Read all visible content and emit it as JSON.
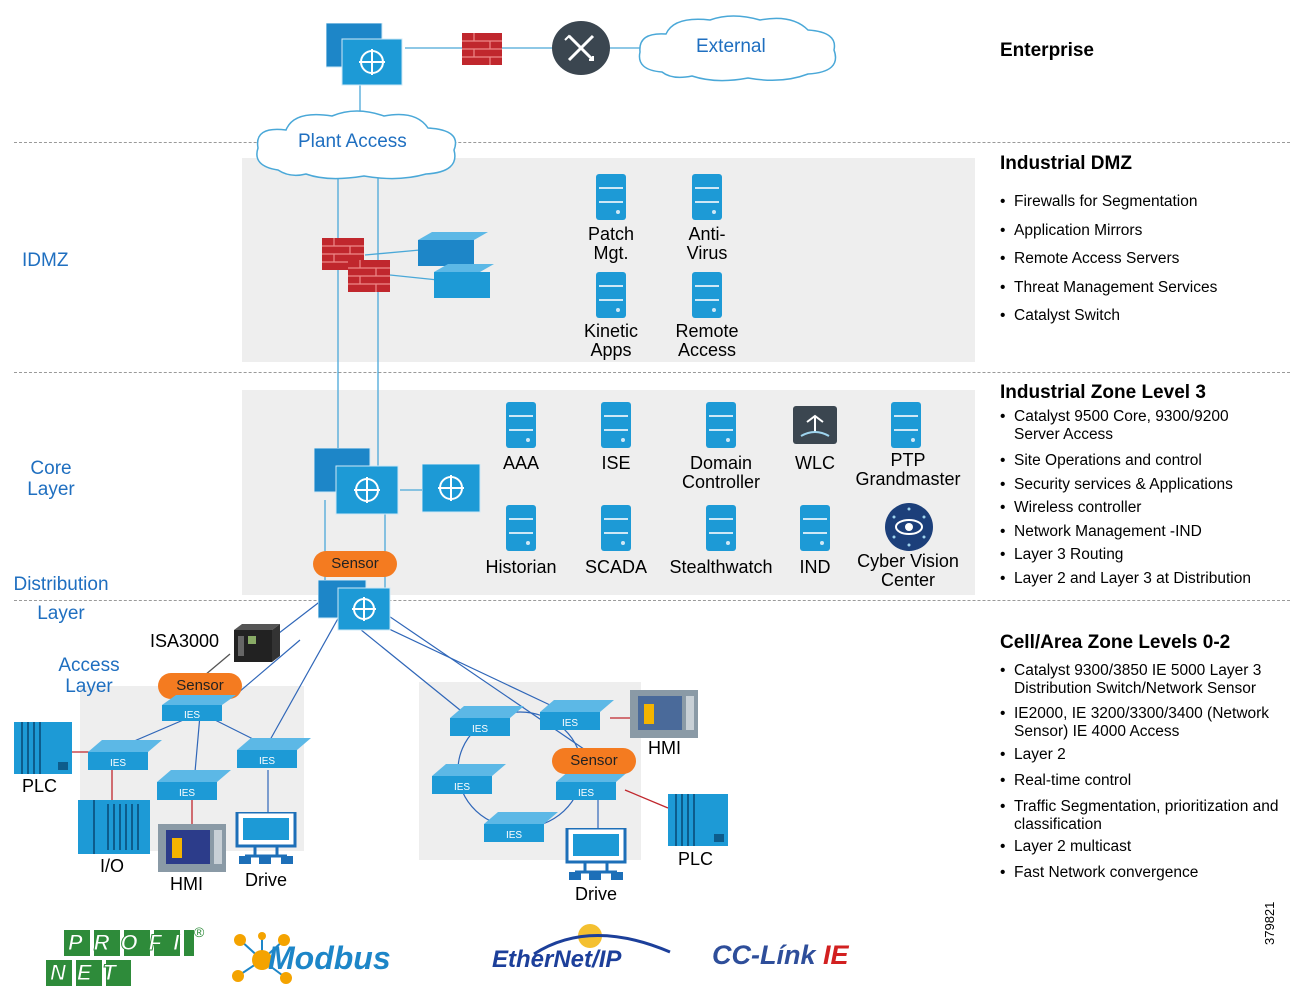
{
  "clouds": {
    "external": "External",
    "plant_access": "Plant Access"
  },
  "zones": {
    "enterprise": {
      "title": "Enterprise"
    },
    "idmz": {
      "left_label": "IDMZ",
      "title": "Industrial DMZ",
      "bullets": [
        "Firewalls for Segmentation",
        "Application Mirrors",
        "Remote Access Servers",
        "Threat Management Services",
        "Catalyst Switch"
      ],
      "servers": [
        {
          "line1": "Patch",
          "line2": "Mgt."
        },
        {
          "line1": "Anti-",
          "line2": "Virus"
        },
        {
          "line1": "Kinetic",
          "line2": "Apps"
        },
        {
          "line1": "Remote",
          "line2": "Access"
        }
      ]
    },
    "level3": {
      "left_label_1": "Core",
      "left_label_2": "Layer",
      "title": "Industrial Zone Level 3",
      "bullets": [
        "Catalyst 9500 Core, 9300/9200 Server Access",
        "Site Operations and control",
        "Security services & Applications",
        "Wireless controller",
        "Network Management -IND",
        "Layer 3 Routing",
        "Layer 2 and Layer 3 at Distribution"
      ],
      "servers": [
        {
          "line1": "AAA",
          "line2": ""
        },
        {
          "line1": "ISE",
          "line2": ""
        },
        {
          "line1": "Domain",
          "line2": "Controller"
        },
        {
          "line1": "WLC",
          "line2": ""
        },
        {
          "line1": "PTP",
          "line2": "Grandmaster"
        },
        {
          "line1": "Historian",
          "line2": ""
        },
        {
          "line1": "SCADA",
          "line2": ""
        },
        {
          "line1": "Stealthwatch",
          "line2": ""
        },
        {
          "line1": "IND",
          "line2": ""
        },
        {
          "line1": "Cyber Vision",
          "line2": "Center"
        }
      ]
    },
    "cell": {
      "distribution_1": "Distribution",
      "distribution_2": "Layer",
      "access_1": "Access",
      "access_2": "Layer",
      "title": "Cell/Area Zone Levels 0-2",
      "bullets": [
        "Catalyst 9300/3850 IE 5000 Layer 3 Distribution Switch/Network Sensor",
        "IE2000, IE 3200/3300/3400 (Network Sensor) IE 4000 Access",
        "Layer 2",
        "Real-time control",
        "Traffic Segmentation, prioritization and classification",
        "Layer 2 multicast",
        "Fast Network convergence"
      ]
    }
  },
  "sensor_label": "Sensor",
  "switch_badge": "IES",
  "devices": {
    "isa": "ISA3000",
    "plc": "PLC",
    "io": "I/O",
    "hmi": "HMI",
    "drive": "Drive"
  },
  "logos": {
    "profinet_1": "PROFI",
    "profinet_2": "NET",
    "registered": "®",
    "modbus": "Modbus",
    "ethernetip": "EtherNet/IP",
    "cclink": "CC-Línk",
    "cclink_ie": "IE"
  },
  "figure_id": "379821",
  "colors": {
    "accent": "#1f6fc0",
    "sensor": "#f47b20",
    "firewall": "#c0272d",
    "switch": "#1d9ad6",
    "panel": "#eeeeee"
  }
}
